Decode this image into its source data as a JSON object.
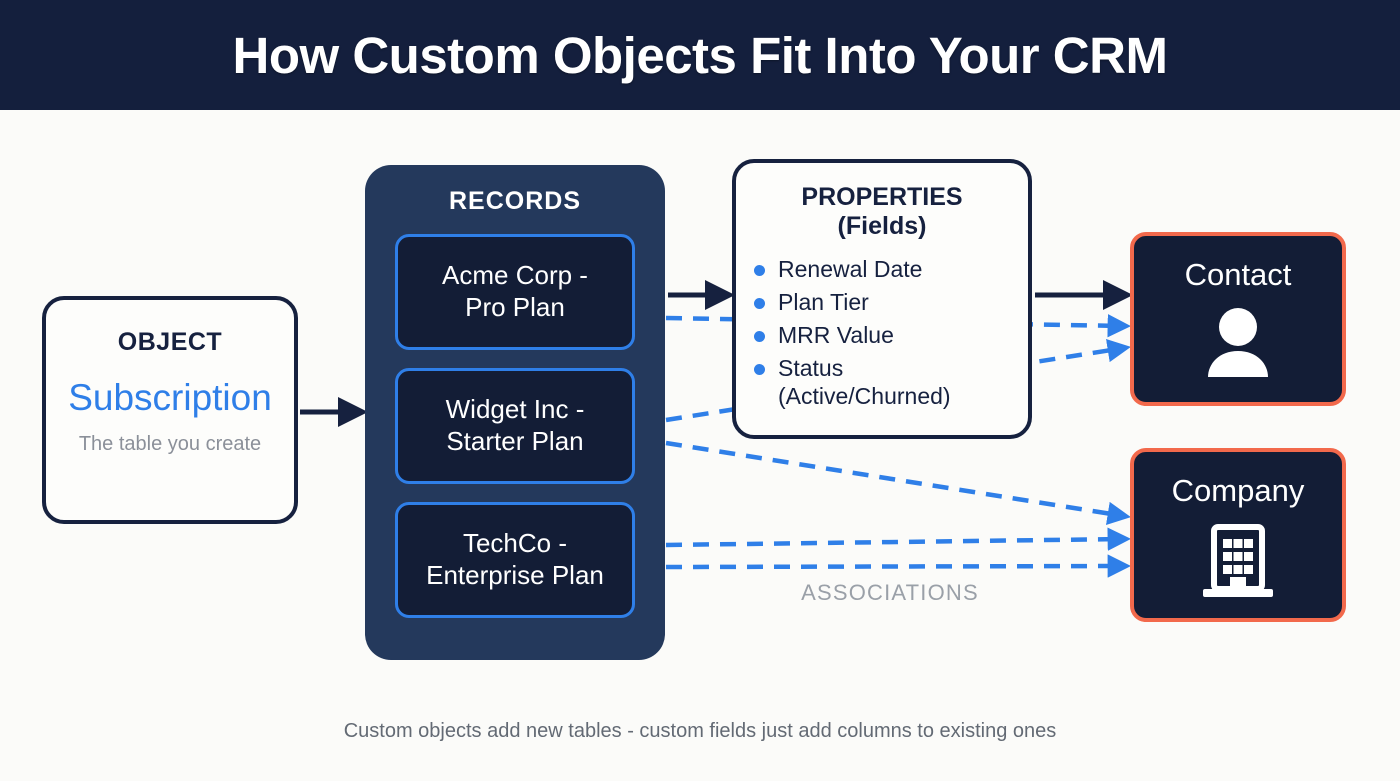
{
  "header": {
    "title": "How Custom Objects Fit Into Your CRM"
  },
  "object_box": {
    "heading": "OBJECT",
    "name": "Subscription",
    "subtitle": "The table you create"
  },
  "records_panel": {
    "heading": "RECORDS",
    "cards": [
      {
        "line1": "Acme Corp -",
        "line2": "Pro Plan"
      },
      {
        "line1": "Widget Inc -",
        "line2": "Starter Plan"
      },
      {
        "line1": "TechCo -",
        "line2": "Enterprise Plan"
      }
    ]
  },
  "properties_box": {
    "heading": "PROPERTIES (Fields)",
    "items": [
      "Renewal Date",
      "Plan Tier",
      "MRR Value",
      "Status (Active/Churned)"
    ]
  },
  "entities": [
    {
      "label": "Contact",
      "icon": "person-icon"
    },
    {
      "label": "Company",
      "icon": "building-icon"
    }
  ],
  "associations": {
    "label": "ASSOCIATIONS"
  },
  "footer": {
    "note": "Custom objects add new tables - custom fields just add columns to existing ones"
  },
  "colors": {
    "header_bg": "#141f3d",
    "page_bg": "#fbfbf9",
    "navy_dark": "#16213f",
    "panel_navy": "#24395c",
    "card_navy": "#131d36",
    "accent_blue": "#2f7fe8",
    "accent_orange": "#f2694c",
    "muted_gray": "#8b9099"
  }
}
